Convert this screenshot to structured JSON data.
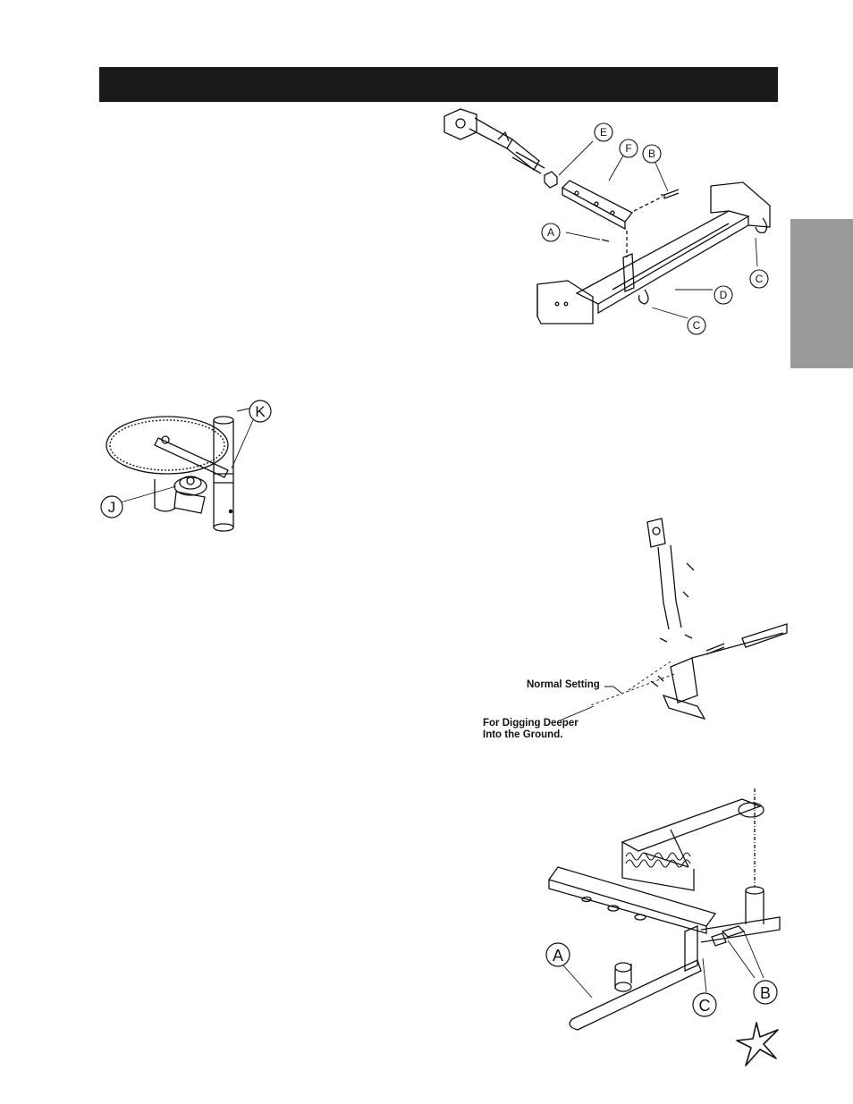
{
  "header": {
    "title": ""
  },
  "figure1": {
    "callouts": [
      "E",
      "F",
      "B",
      "A",
      "C",
      "D",
      "C"
    ]
  },
  "figure2": {
    "callouts": [
      "K",
      "J"
    ]
  },
  "figure3": {
    "normal_setting": "Normal Setting",
    "digging_deeper_line1": "For Digging Deeper",
    "digging_deeper_line2": "Into the Ground."
  },
  "figure4": {
    "callouts": [
      "A",
      "B",
      "C"
    ]
  },
  "logo": {
    "icon": "star-burst-logo"
  },
  "colors": {
    "header_bar": "#1a1a1a",
    "side_tab": "#9a9a9a"
  }
}
